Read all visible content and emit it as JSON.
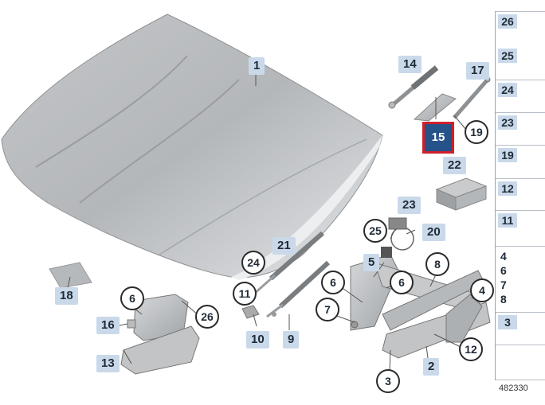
{
  "diagram": {
    "highlighted_label": "15",
    "part_labels": {
      "p1": "1",
      "p14": "14",
      "p17": "17",
      "p22": "22",
      "p23": "23",
      "p20": "20",
      "p21": "21",
      "p5": "5",
      "p18": "18",
      "p16": "16",
      "p13": "13",
      "p10": "10",
      "p9": "9",
      "p2": "2"
    },
    "circle_labels": {
      "c19": "19",
      "c25": "25",
      "c24": "24",
      "c11": "11",
      "c6a": "6",
      "c26": "26",
      "c6b": "6",
      "c6c": "6",
      "c8": "8",
      "c4": "4",
      "c7": "7",
      "c12": "12",
      "c3": "3"
    },
    "sidebar": {
      "s26": "26",
      "s25": "25",
      "s24": "24",
      "s23": "23",
      "s19": "19",
      "s12": "12",
      "s11": "11",
      "s4": "4",
      "s6": "6",
      "s7": "7",
      "s8": "8",
      "s3": "3"
    },
    "part_number": "482330"
  }
}
